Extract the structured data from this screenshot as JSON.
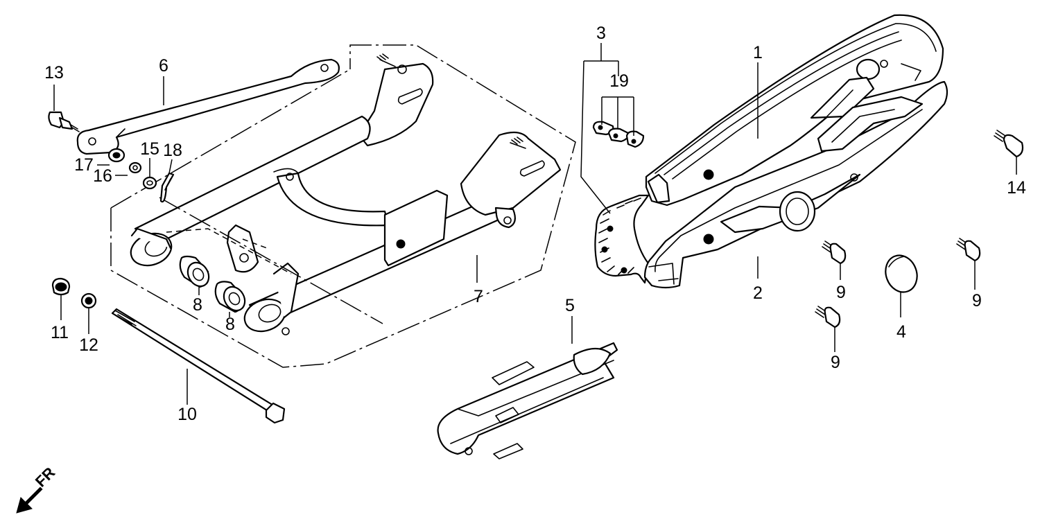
{
  "callouts": [
    {
      "id": "1",
      "label": "1"
    },
    {
      "id": "2",
      "label": "2"
    },
    {
      "id": "3",
      "label": "3"
    },
    {
      "id": "4",
      "label": "4"
    },
    {
      "id": "5",
      "label": "5"
    },
    {
      "id": "6",
      "label": "6"
    },
    {
      "id": "7",
      "label": "7"
    },
    {
      "id": "8a",
      "label": "8"
    },
    {
      "id": "8b",
      "label": "8"
    },
    {
      "id": "9a",
      "label": "9"
    },
    {
      "id": "9b",
      "label": "9"
    },
    {
      "id": "9c",
      "label": "9"
    },
    {
      "id": "10",
      "label": "10"
    },
    {
      "id": "11",
      "label": "11"
    },
    {
      "id": "12",
      "label": "12"
    },
    {
      "id": "13",
      "label": "13"
    },
    {
      "id": "14",
      "label": "14"
    },
    {
      "id": "15",
      "label": "15"
    },
    {
      "id": "16",
      "label": "16"
    },
    {
      "id": "17",
      "label": "17"
    },
    {
      "id": "18",
      "label": "18"
    },
    {
      "id": "19",
      "label": "19"
    }
  ],
  "direction": {
    "label": "FR",
    "icon": "arrow-down-left-icon"
  }
}
